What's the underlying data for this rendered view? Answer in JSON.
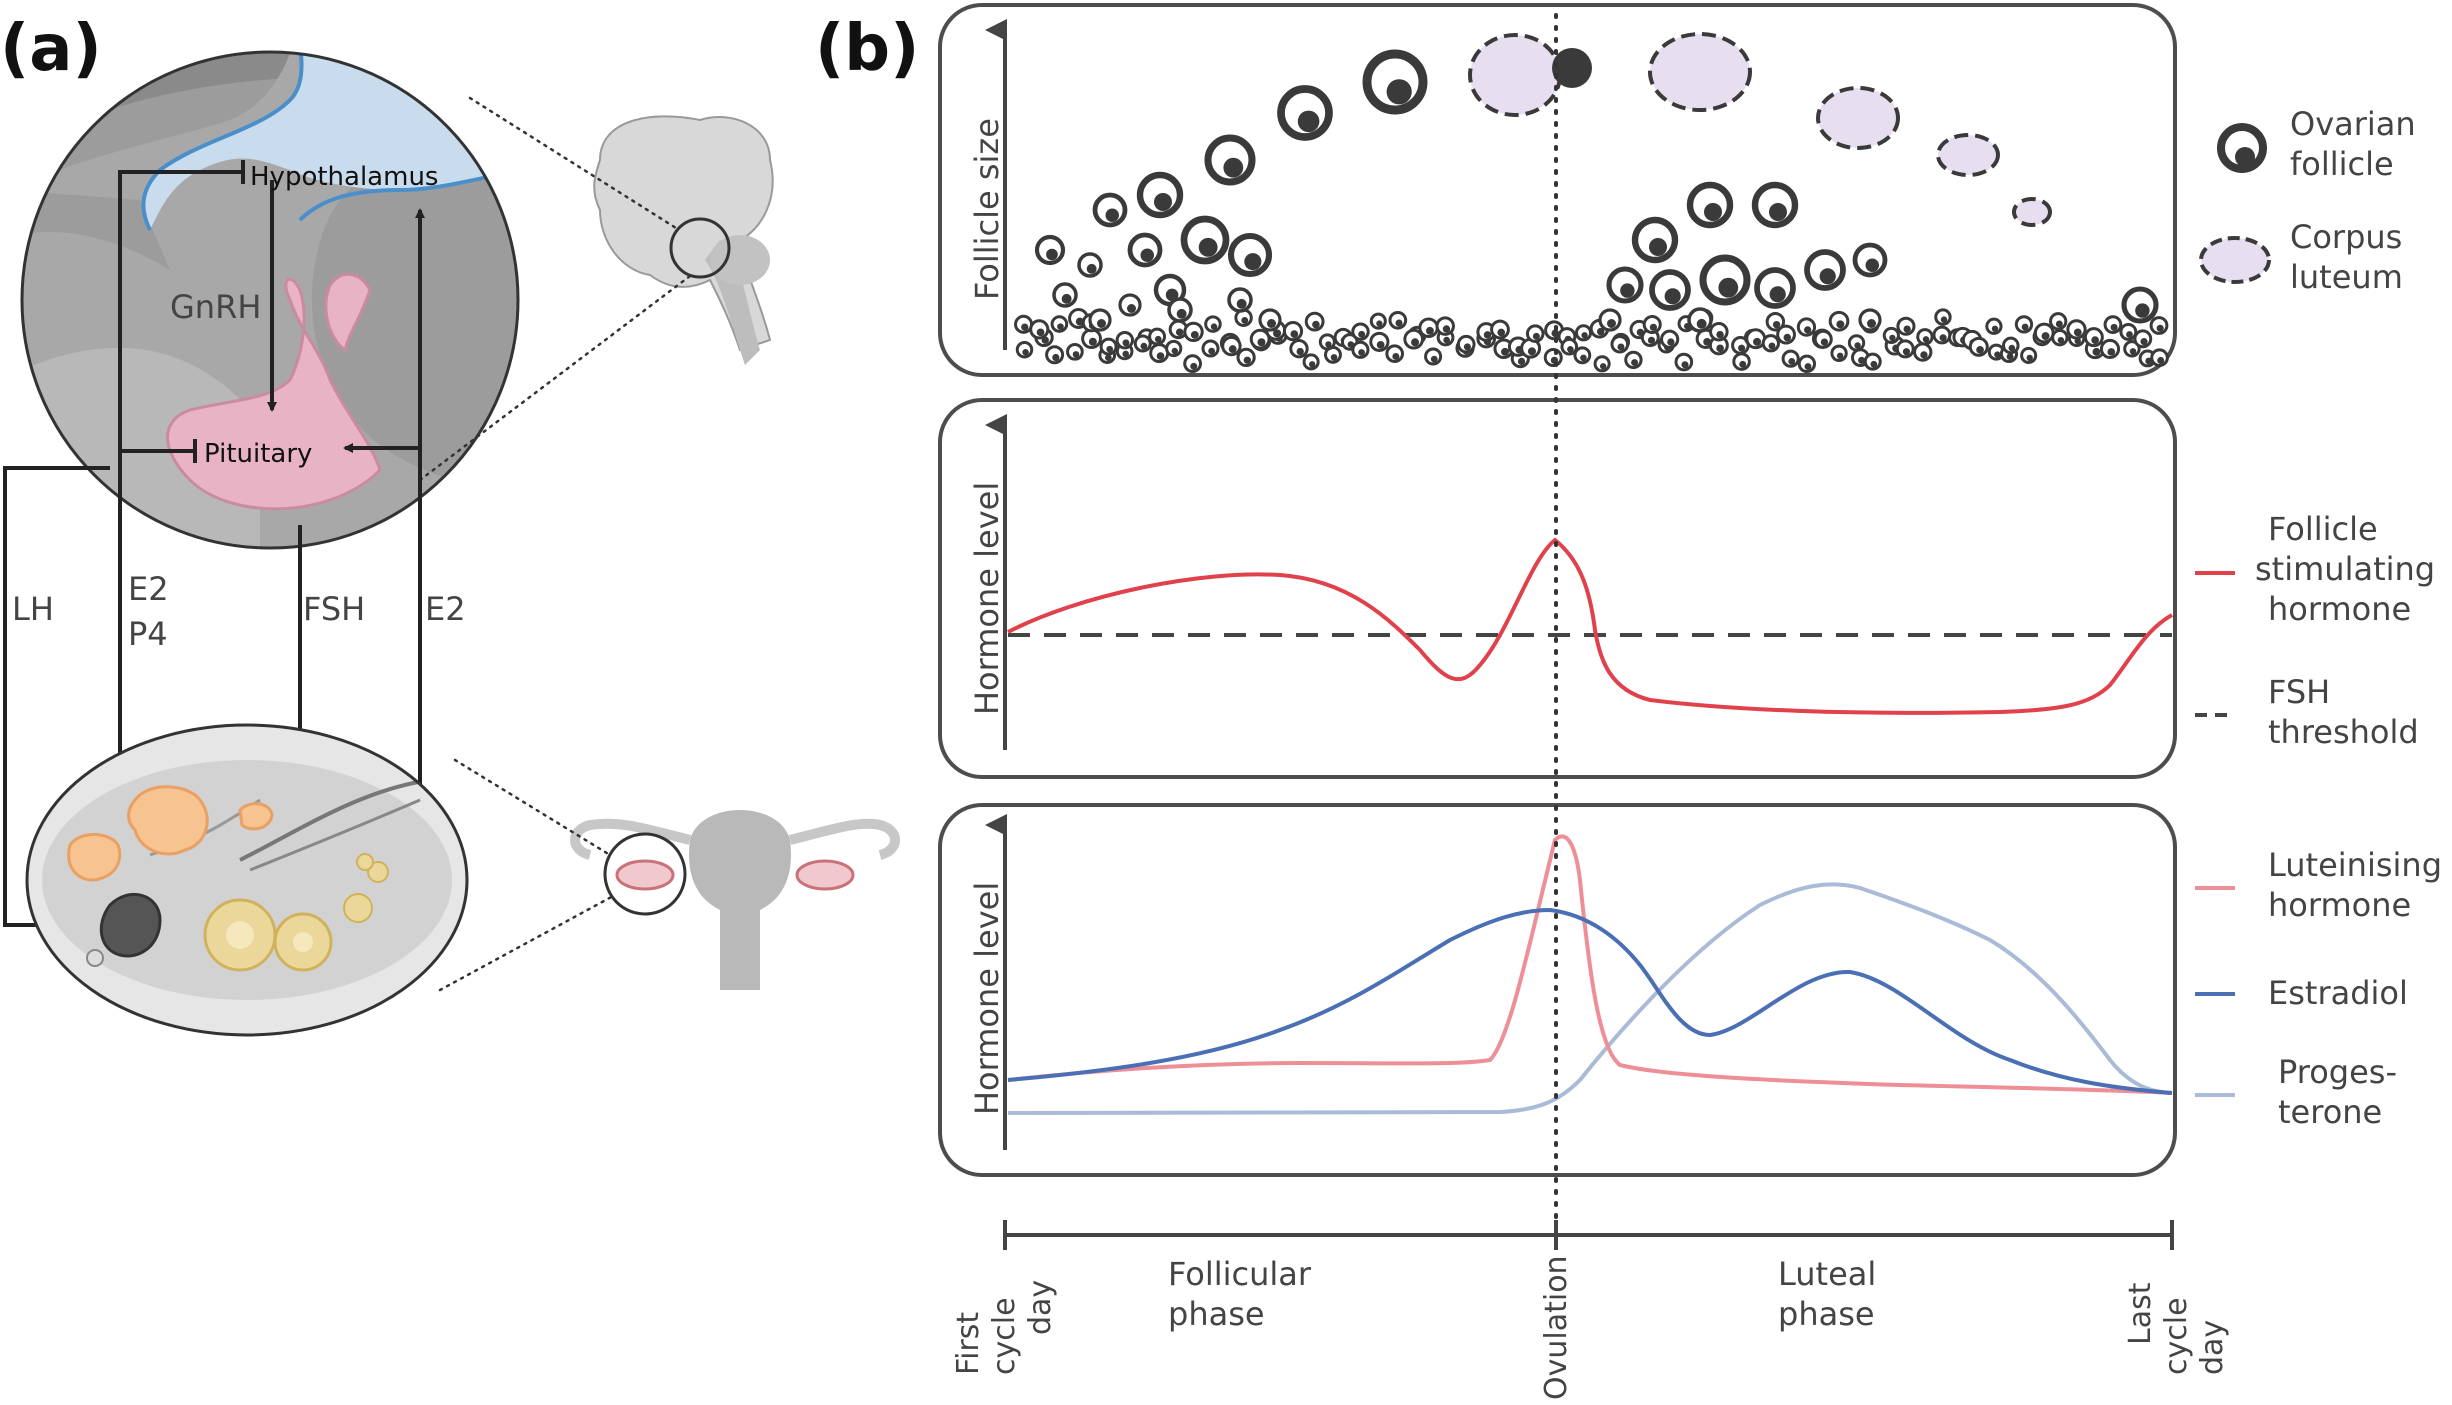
{
  "panel_a": {
    "label": "(a)",
    "hypothalamus": "Hypothalamus",
    "pituitary": "Pituitary",
    "gnrh": "GnRH",
    "lh": "LH",
    "e2_left": "E2",
    "p4": "P4",
    "fsh": "FSH",
    "e2_right": "E2"
  },
  "panel_b": {
    "label": "(b)",
    "follicle_axis": "Follicle size",
    "hormone_axis_mid": "Hormone level",
    "hormone_axis_bottom": "Hormone level",
    "legend_top": {
      "ovarian_follicle": [
        "Ovarian",
        "follicle"
      ],
      "corpus_luteum": [
        "Corpus",
        "luteum"
      ]
    },
    "legend_mid": {
      "fsh": [
        "Follicle",
        "stimulating",
        "hormone"
      ],
      "threshold": [
        "FSH",
        "threshold"
      ]
    },
    "legend_bottom": {
      "lh": [
        "Luteinising",
        "hormone"
      ],
      "estradiol": [
        "Estradiol"
      ],
      "progesterone": [
        "Proges-",
        "terone"
      ]
    },
    "timeline": {
      "first_cycle_day": [
        "First",
        "cycle",
        "day"
      ],
      "follicular_phase": [
        "Follicular",
        "phase"
      ],
      "ovulation": "Ovulation",
      "luteal_phase": [
        "Luteal",
        "phase"
      ],
      "last_cycle_day": [
        "Last",
        "cycle",
        "day"
      ]
    }
  },
  "colors": {
    "fsh": "#e0414b",
    "lh": "#ee8e96",
    "estradiol": "#4a6fb5",
    "progesterone": "#a9bbd6",
    "threshold": "#444444",
    "corpus_luteum": "#e7dff0",
    "hypothalamus": "#c9dcee",
    "pituitary": "#e9b3c6",
    "follicle": "#f2c27d"
  }
}
